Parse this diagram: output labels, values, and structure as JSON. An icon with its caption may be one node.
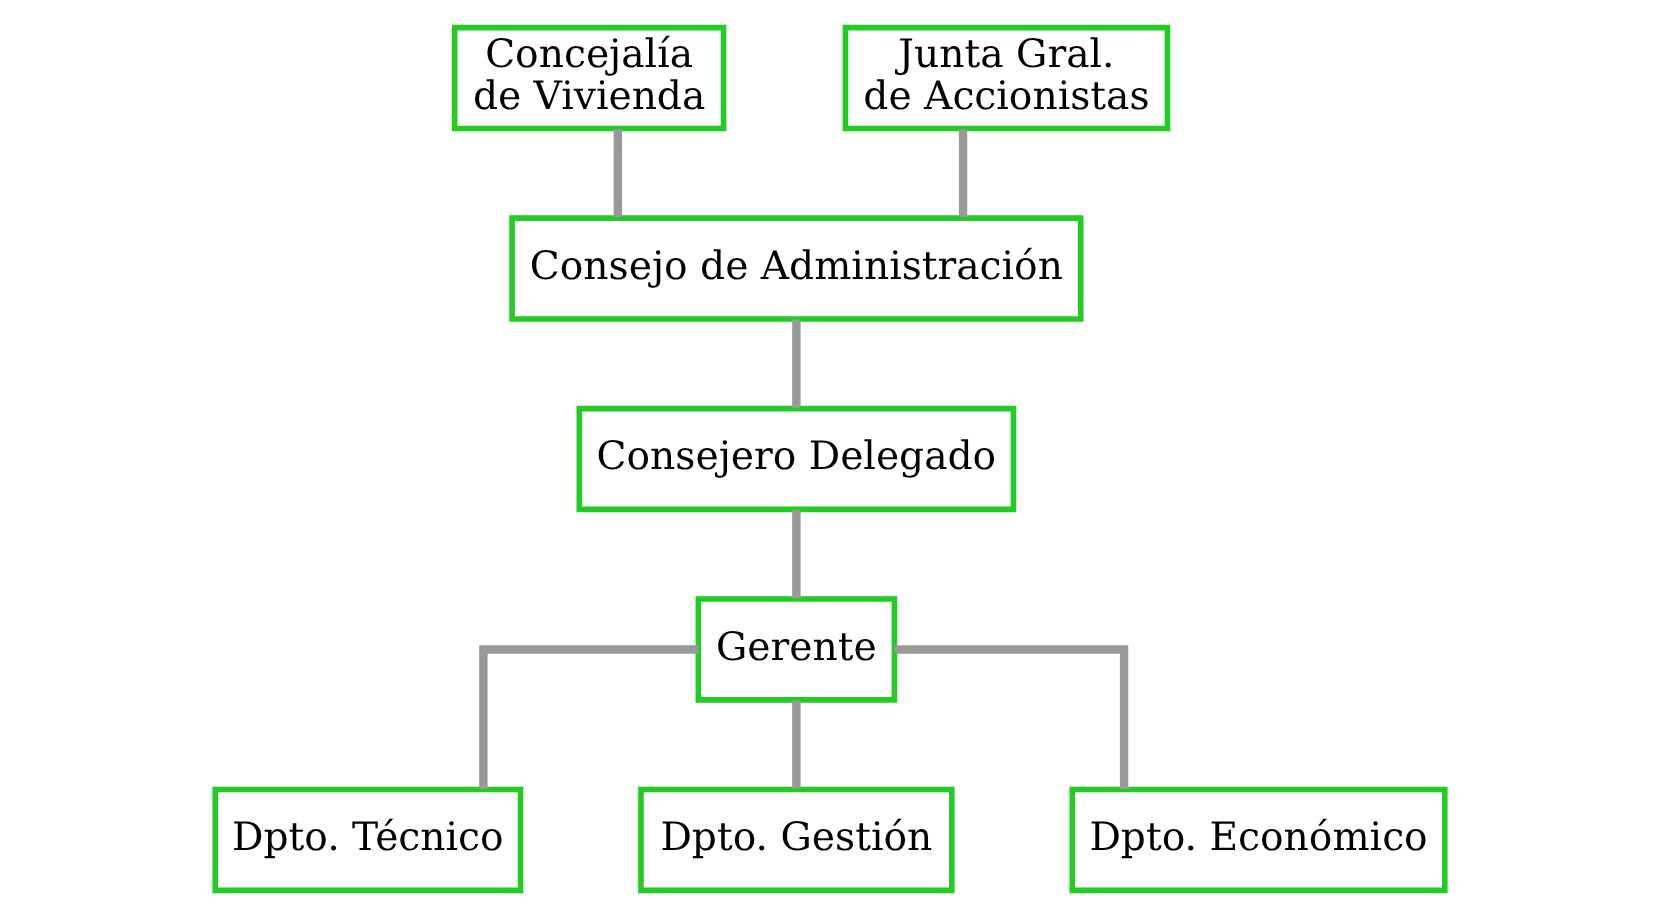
{
  "diagram": {
    "nodes": [
      {
        "text": [
          "Concejalía de Vivienda"
        ]
      },
      {
        "text": [
          "Junta Gral. de Accionistas"
        ]
      },
      {
        "text": [
          "Consejo de Administración"
        ]
      },
      {
        "text": [
          "Consejero Delegado"
        ]
      },
      {
        "text": [
          "Gerente"
        ]
      },
      {
        "text": [
          "Dpto. Técnico"
        ]
      },
      {
        "text": [
          "Dpto. Gestión"
        ]
      },
      {
        "text": [
          "Dpto. Económico"
        ]
      }
    ],
    "edges": [
      {
        "from": 0,
        "to": 2,
        "arrow": "none"
      },
      {
        "from": 1,
        "to": 2,
        "arrow": "none"
      },
      {
        "from": 2,
        "to": 3,
        "arrow": "none"
      },
      {
        "from": 3,
        "to": 4,
        "arrow": "none"
      },
      {
        "from": 4,
        "to": 5,
        "arrow": "none"
      },
      {
        "from": 4,
        "to": 6,
        "arrow": "none"
      },
      {
        "from": 4,
        "to": 7,
        "arrow": "none"
      }
    ]
  }
}
